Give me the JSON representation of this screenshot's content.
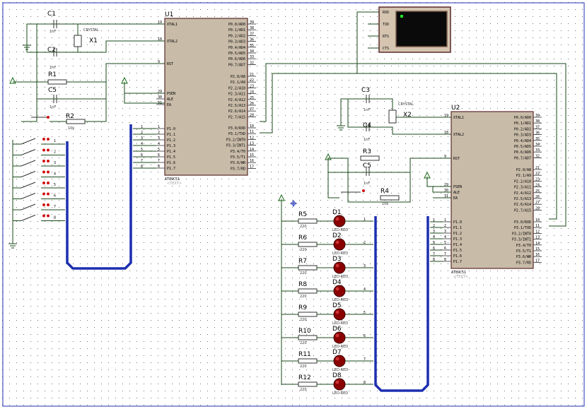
{
  "u1": {
    "ref": "U1",
    "part": "AT89C51",
    "text": "<TEXT>",
    "left_pins": [
      {
        "name": "XTAL1",
        "num": "19"
      },
      {
        "name": "XTAL2",
        "num": "18"
      },
      {
        "name": "RST",
        "num": "9"
      },
      {
        "name": "PSEN",
        "num": "29"
      },
      {
        "name": "ALE",
        "num": "30"
      },
      {
        "name": "EA",
        "num": "31"
      },
      {
        "name": "P1.0",
        "num": "1"
      },
      {
        "name": "P1.1",
        "num": "2"
      },
      {
        "name": "P1.2",
        "num": "3"
      },
      {
        "name": "P1.3",
        "num": "4"
      },
      {
        "name": "P1.4",
        "num": "5"
      },
      {
        "name": "P1.5",
        "num": "6"
      },
      {
        "name": "P1.6",
        "num": "7"
      },
      {
        "name": "P1.7",
        "num": "8"
      }
    ],
    "right_pins": [
      {
        "name": "P0.0/AD0",
        "num": "39"
      },
      {
        "name": "P0.1/AD1",
        "num": "38"
      },
      {
        "name": "P0.2/AD2",
        "num": "37"
      },
      {
        "name": "P0.3/AD3",
        "num": "36"
      },
      {
        "name": "P0.4/AD4",
        "num": "35"
      },
      {
        "name": "P0.5/AD5",
        "num": "34"
      },
      {
        "name": "P0.6/AD6",
        "num": "33"
      },
      {
        "name": "P0.7/AD7",
        "num": "32"
      },
      {
        "name": "P2.0/A8",
        "num": "21"
      },
      {
        "name": "P2.1/A9",
        "num": "22"
      },
      {
        "name": "P2.2/A10",
        "num": "23"
      },
      {
        "name": "P2.3/A11",
        "num": "24"
      },
      {
        "name": "P2.4/A12",
        "num": "25"
      },
      {
        "name": "P2.5/A13",
        "num": "26"
      },
      {
        "name": "P2.6/A14",
        "num": "27"
      },
      {
        "name": "P2.7/A15",
        "num": "28"
      },
      {
        "name": "P3.0/RXD",
        "num": "10"
      },
      {
        "name": "P3.1/TXD",
        "num": "11"
      },
      {
        "name": "P3.2/INT0",
        "num": "12"
      },
      {
        "name": "P3.3/INT1",
        "num": "13"
      },
      {
        "name": "P3.4/T0",
        "num": "14"
      },
      {
        "name": "P3.5/T1",
        "num": "15"
      },
      {
        "name": "P3.6/WR",
        "num": "16"
      },
      {
        "name": "P3.7/RD",
        "num": "17"
      }
    ]
  },
  "u2": {
    "ref": "U2",
    "part": "AT89C51",
    "text": "<TEXT>"
  },
  "terminal": {
    "pins": [
      "RXD",
      "TXD",
      "RTS",
      "CTS"
    ]
  },
  "left_parts": {
    "c1": "C1",
    "c2": "C2",
    "x1": "X1",
    "crystal": "CRYSTAL",
    "r1": "R1",
    "c5": "C5",
    "r2": "R2",
    "cap_val": "1nF",
    "r_val": "10k"
  },
  "right_parts": {
    "c3": "C3",
    "c4": "C4",
    "x2": "X2",
    "crystal": "CRYSTAL",
    "r3": "R3",
    "c5b": "C5",
    "r4": "R4",
    "cap_val": "1nF",
    "r_val": "10k"
  },
  "leds": [
    {
      "res": "R5",
      "led": "D1",
      "val": "220",
      "type": "LED-RED"
    },
    {
      "res": "R6",
      "led": "D2",
      "val": "220",
      "type": "LED-RED"
    },
    {
      "res": "R7",
      "led": "D3",
      "val": "220",
      "type": "LED-RED"
    },
    {
      "res": "R8",
      "led": "D4",
      "val": "220",
      "type": "LED-RED"
    },
    {
      "res": "R9",
      "led": "D5",
      "val": "220",
      "type": "LED-RED"
    },
    {
      "res": "R10",
      "led": "D6",
      "val": "220",
      "type": "LED-RED"
    },
    {
      "res": "R11",
      "led": "D7",
      "val": "220",
      "type": "LED-RED"
    },
    {
      "res": "R12",
      "led": "D8",
      "val": "220",
      "type": "LED-RED"
    }
  ],
  "switch_nums": [
    "1",
    "2",
    "3",
    "4",
    "5",
    "6",
    "7",
    "8"
  ]
}
